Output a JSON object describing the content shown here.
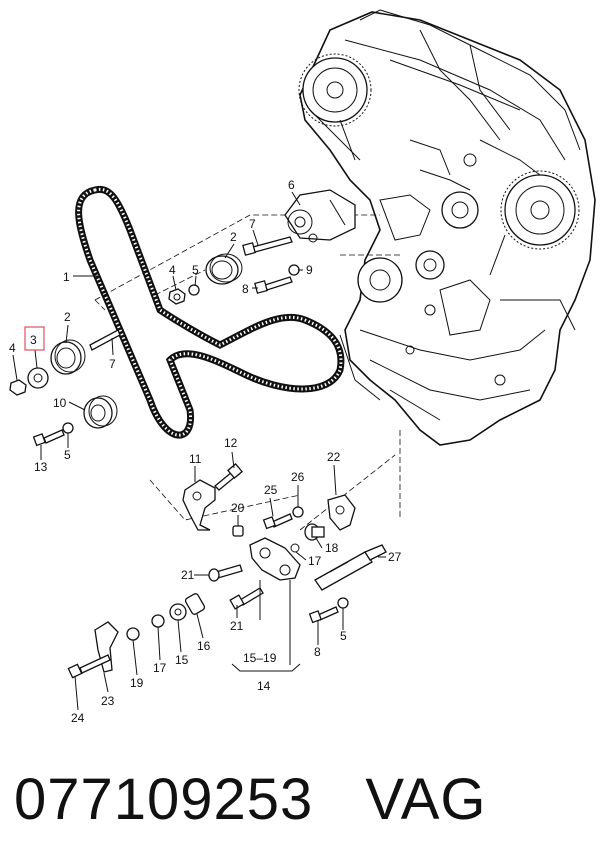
{
  "labels": {
    "l1": "1",
    "l2a": "2",
    "l2b": "2",
    "l3": "3",
    "l4a": "4",
    "l4b": "4",
    "l5a": "5",
    "l5b": "5",
    "l5c": "5",
    "l6": "6",
    "l7a": "7",
    "l7b": "7",
    "l8a": "8",
    "l8b": "8",
    "l9": "9",
    "l10": "10",
    "l11": "11",
    "l12": "12",
    "l13": "13",
    "l14": "14",
    "l1519": "15–19",
    "l15": "15",
    "l16": "16",
    "l17a": "17",
    "l17b": "17",
    "l18": "18",
    "l19": "19",
    "l20": "20",
    "l21a": "21",
    "l21b": "21",
    "l22": "22",
    "l23": "23",
    "l24": "24",
    "l25": "25",
    "l26": "26",
    "l27": "27"
  },
  "highlight": {
    "label": "l3",
    "color": "#e05060"
  },
  "caption": {
    "part_number": "077109253",
    "brand": "VAG"
  }
}
